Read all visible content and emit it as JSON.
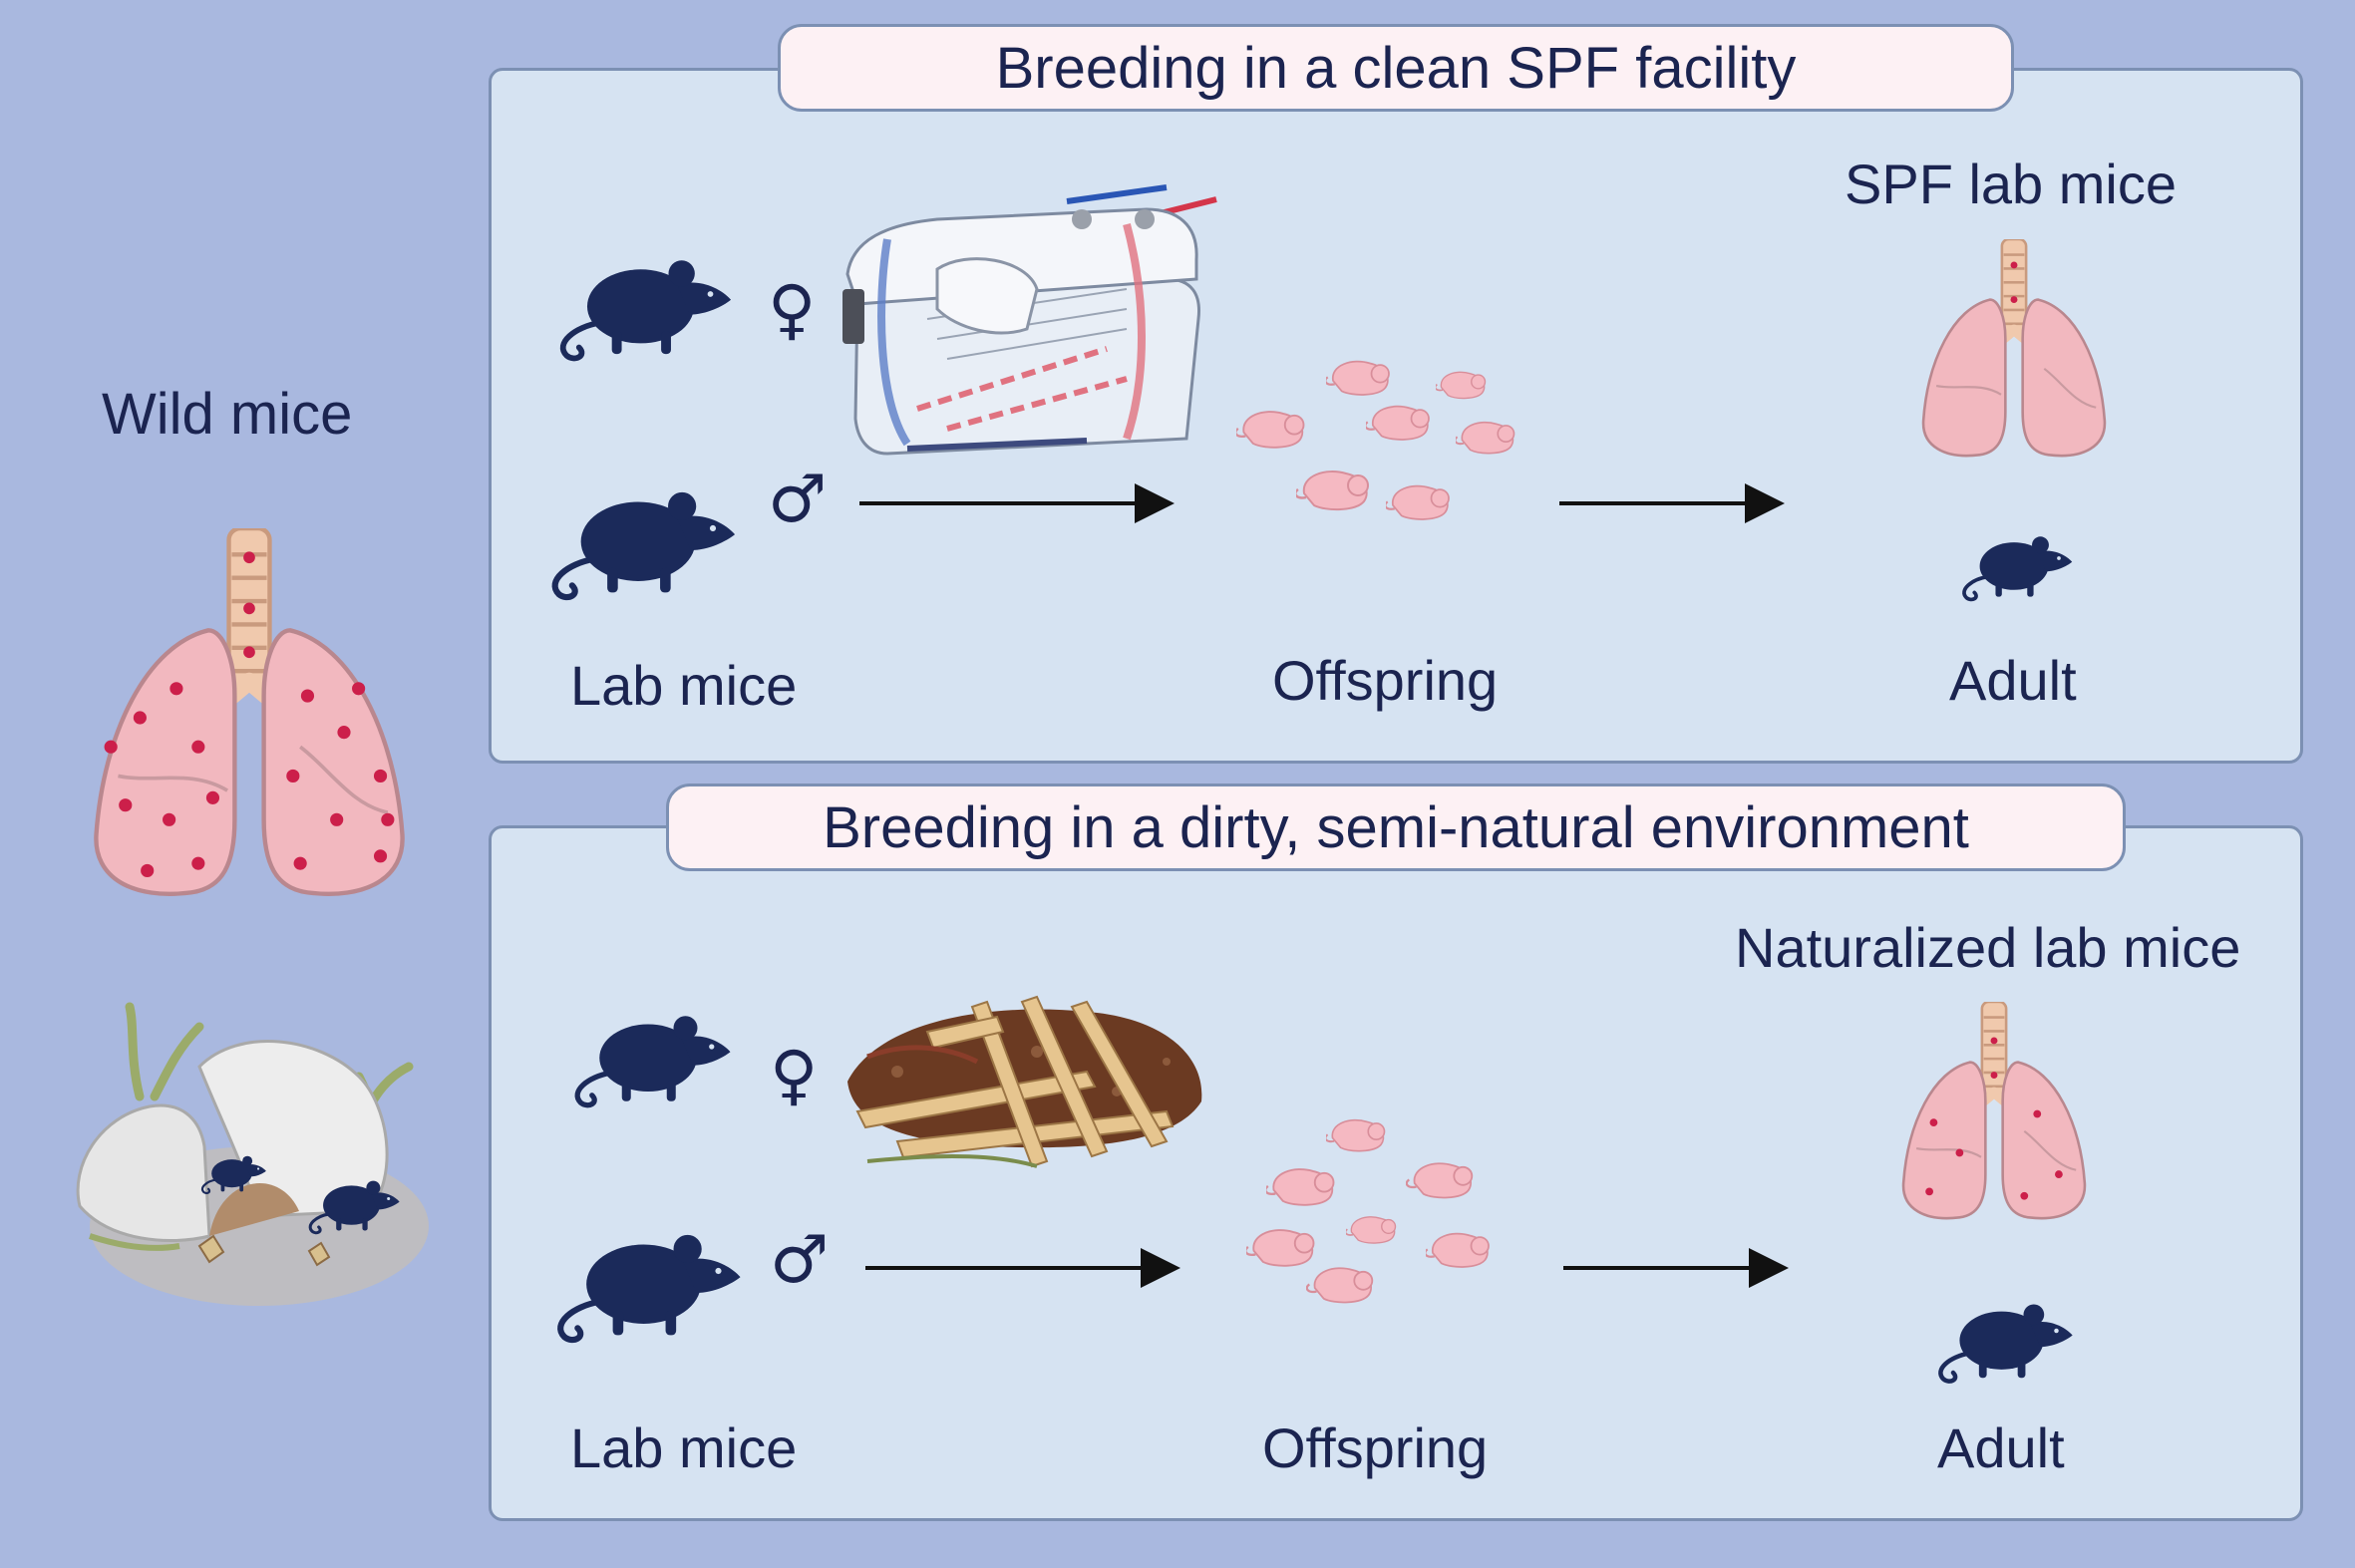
{
  "left": {
    "title": "Wild mice"
  },
  "top_panel": {
    "banner": "Breeding in a clean SPF facility",
    "parents_label": "Lab mice",
    "offspring_label": "Offspring",
    "result_title": "SPF lab mice",
    "adult_label": "Adult",
    "female_symbol": "♀",
    "male_symbol": "♂"
  },
  "bottom_panel": {
    "banner": "Breeding in a dirty, semi-natural environment",
    "parents_label": "Lab mice",
    "offspring_label": "Offspring",
    "result_title": "Naturalized lab mice",
    "adult_label": "Adult",
    "female_symbol": "♀",
    "male_symbol": "♂"
  },
  "colors": {
    "background": "#a9b8df",
    "panel": "#d6e3f2",
    "banner": "#fdf1f4",
    "mouse": "#1b2a5a",
    "lung": "#f2b8bf",
    "pathogen_dot": "#cc1f4a",
    "pup": "#f5b9c2"
  }
}
